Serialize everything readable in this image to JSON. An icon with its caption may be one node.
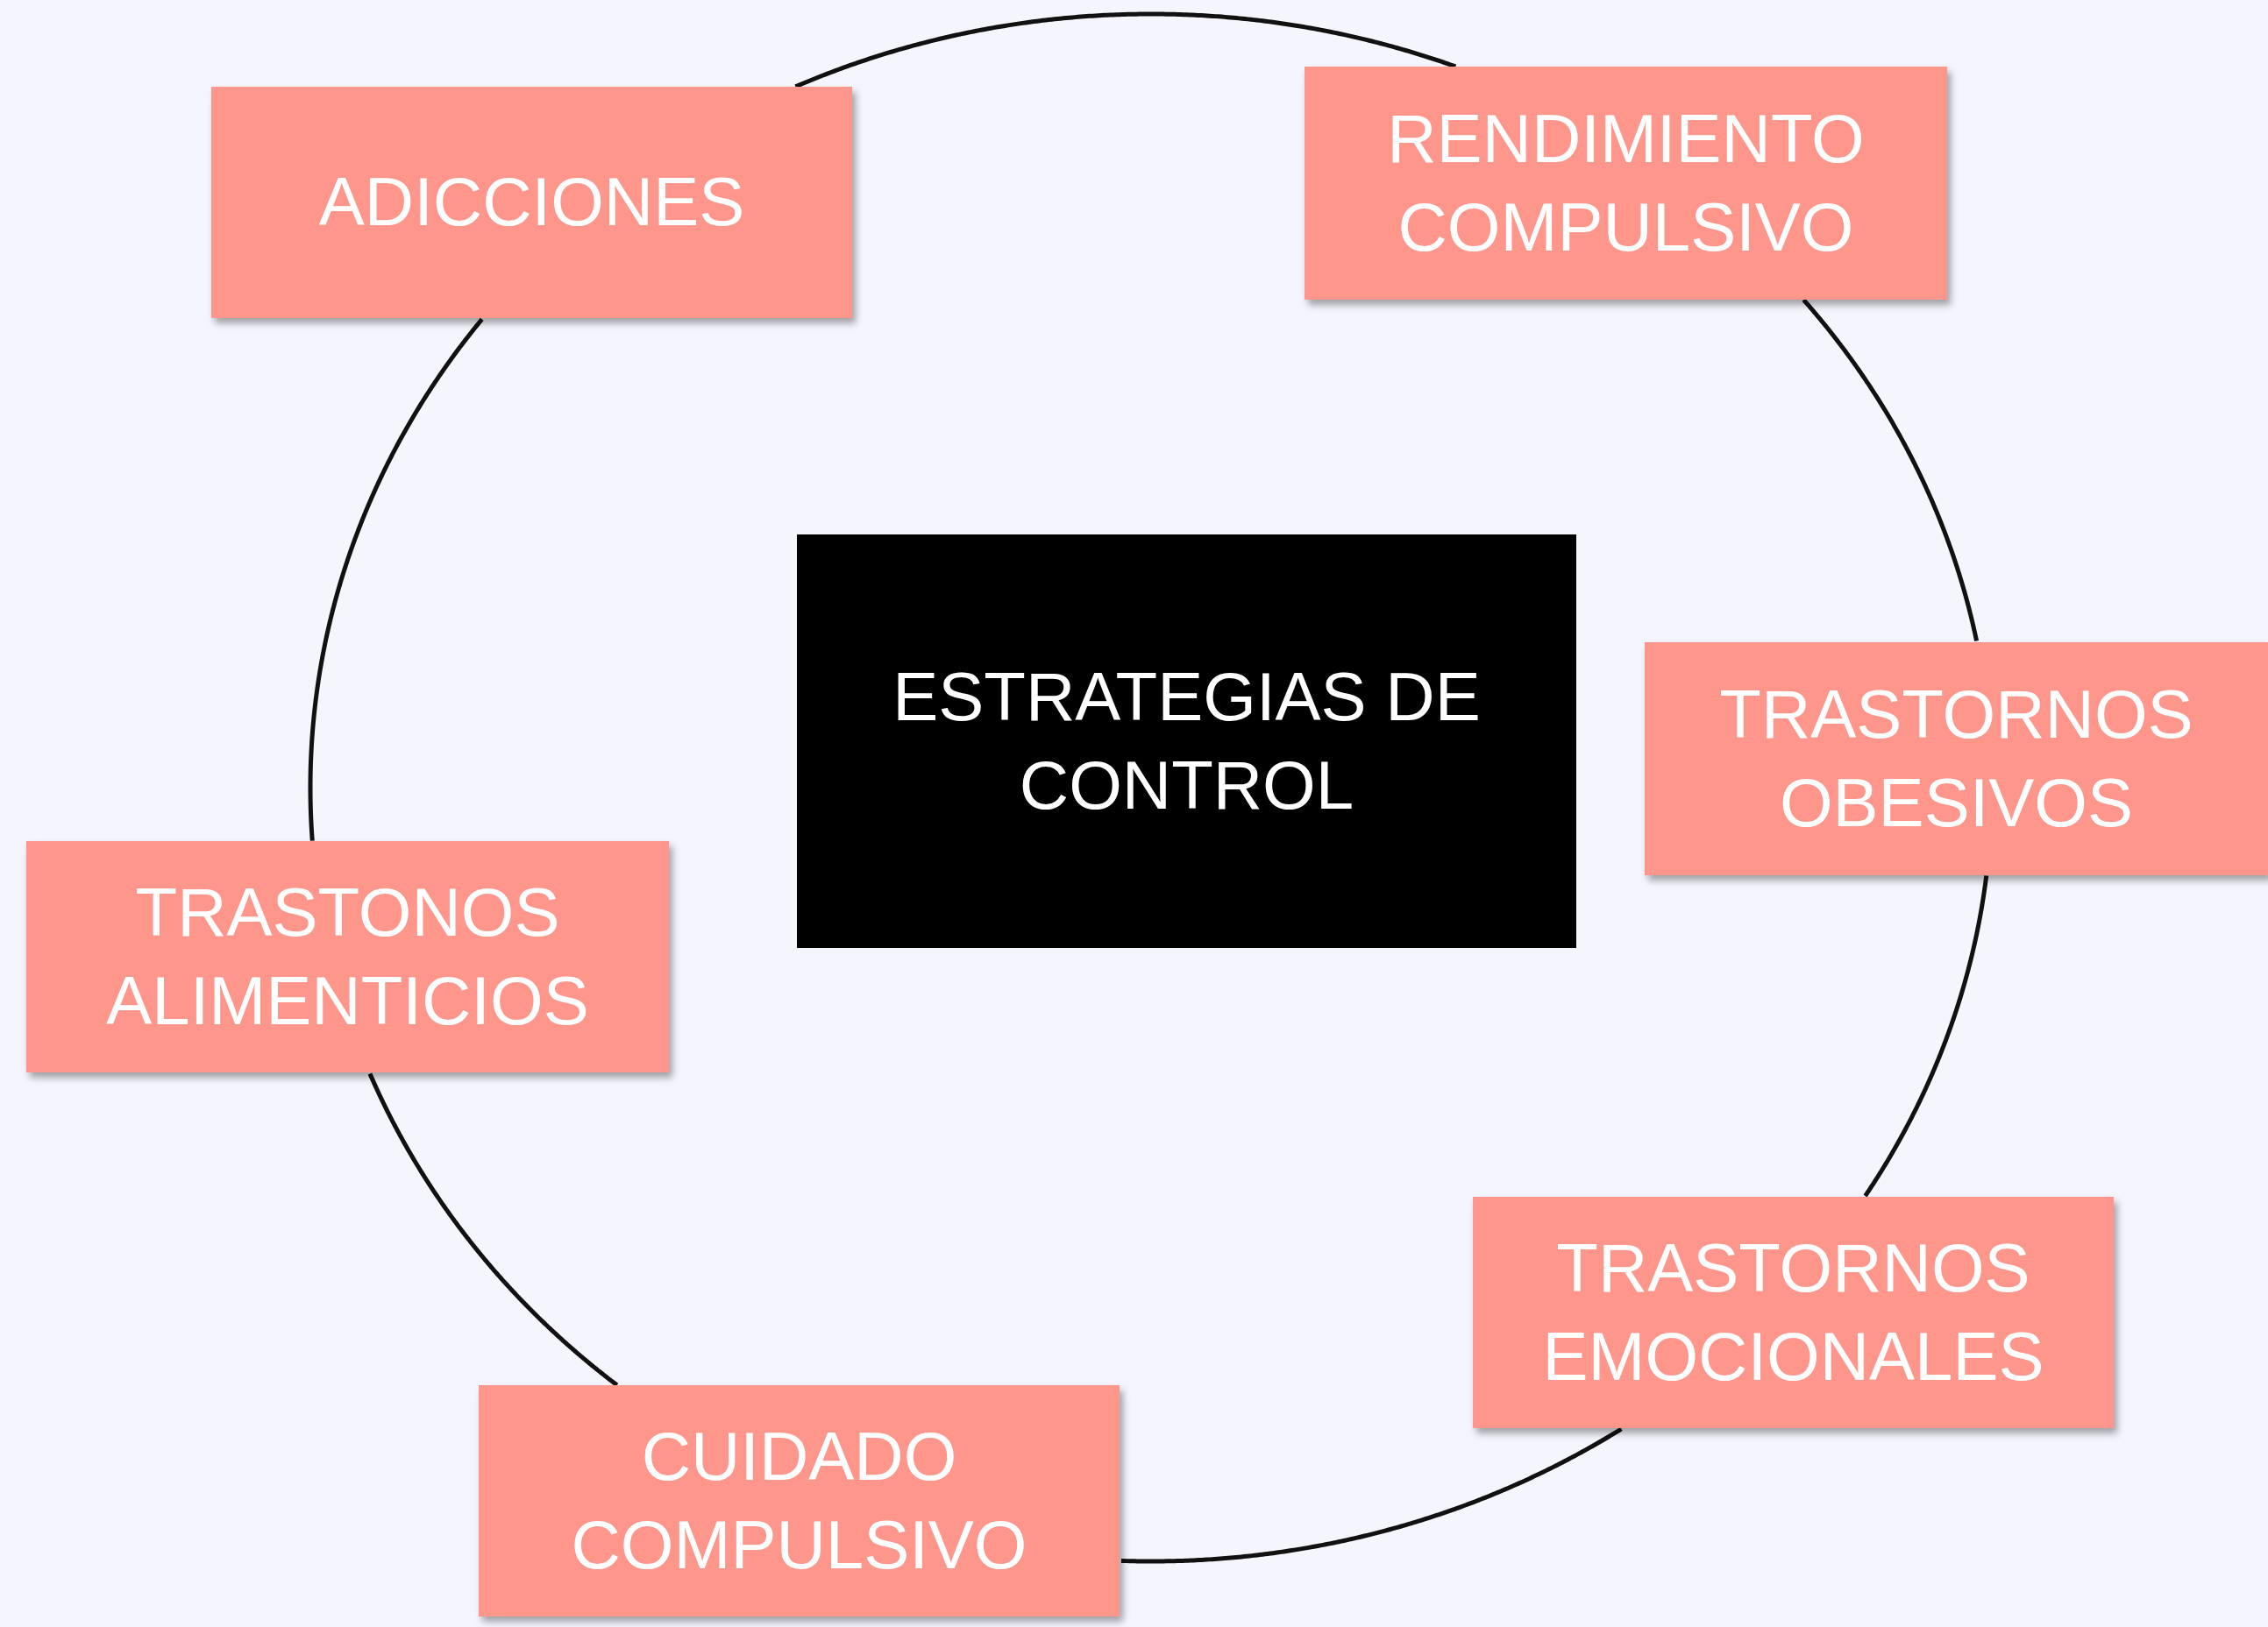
{
  "diagram": {
    "nodes": [
      {
        "text": [
          "ESTRATEGIAS DE CONTROL"
        ]
      },
      {
        "text": [
          "ADICCIONES"
        ]
      },
      {
        "text": [
          "RENDIMIENTO COMPULSIVO"
        ]
      },
      {
        "text": [
          "TRASTORNOS OBESIVOS"
        ]
      },
      {
        "text": [
          "TRASTORNOS EMOCIONALES"
        ]
      },
      {
        "text": [
          "CUIDADO COMPULSIVO"
        ]
      },
      {
        "text": [
          "TRASTONOS ALIMENTICIOS"
        ]
      }
    ],
    "edges": [
      {
        "from": 1,
        "to": 2,
        "arrow": "none"
      },
      {
        "from": 2,
        "to": 3,
        "arrow": "none"
      },
      {
        "from": 3,
        "to": 4,
        "arrow": "none"
      },
      {
        "from": 4,
        "to": 5,
        "arrow": "none"
      },
      {
        "from": 5,
        "to": 6,
        "arrow": "none"
      },
      {
        "from": 6,
        "to": 1,
        "arrow": "none"
      }
    ]
  }
}
